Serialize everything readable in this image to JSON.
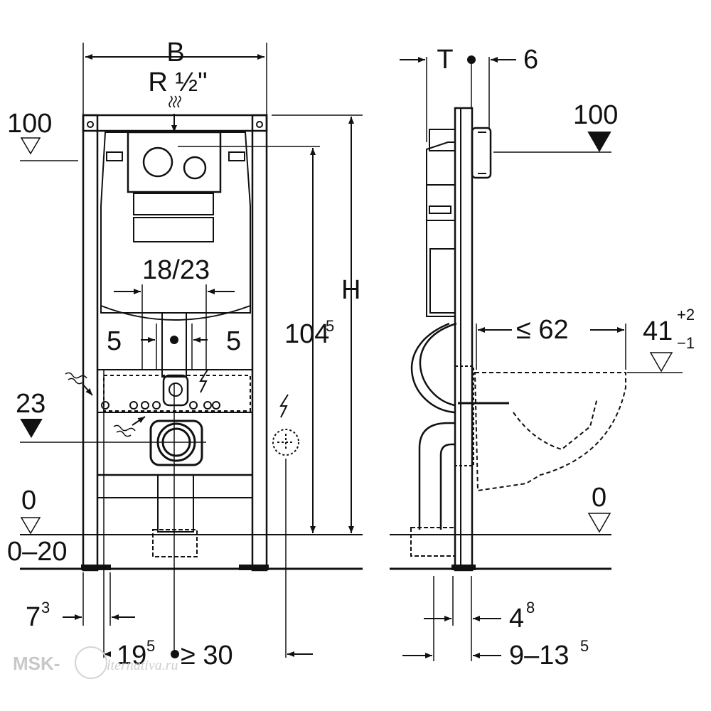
{
  "front_view": {
    "width_label": "B",
    "pipe_label": "R ½\"",
    "level_100": "100",
    "level_23": "23",
    "level_0": "0",
    "floor_range": "0–20",
    "height_label": "H",
    "height_104": "104",
    "height_104_sup": "5",
    "spacing_18_23": "18/23",
    "offset_left": "5",
    "offset_right": "5",
    "foot_width": "7",
    "foot_width_sup": "3",
    "foot_offset": "19",
    "foot_offset_sup": "5",
    "min_clearance": "≥ 30"
  },
  "side_view": {
    "depth_label": "T",
    "depth_6": "6",
    "level_100": "100",
    "bowl_projection": "≤ 62",
    "bowl_height": "41",
    "bowl_height_tol_plus": "+2",
    "bowl_height_tol_minus": "−1",
    "level_0": "0",
    "leg_width": "4",
    "leg_width_sup": "8",
    "depth_range": "9–13",
    "depth_range_sup": "5"
  },
  "watermark": {
    "brand": "MSK-",
    "script": "lternativa.ru"
  },
  "colors": {
    "line": "#111111",
    "background": "#ffffff",
    "watermark": "#c8c8c8"
  }
}
